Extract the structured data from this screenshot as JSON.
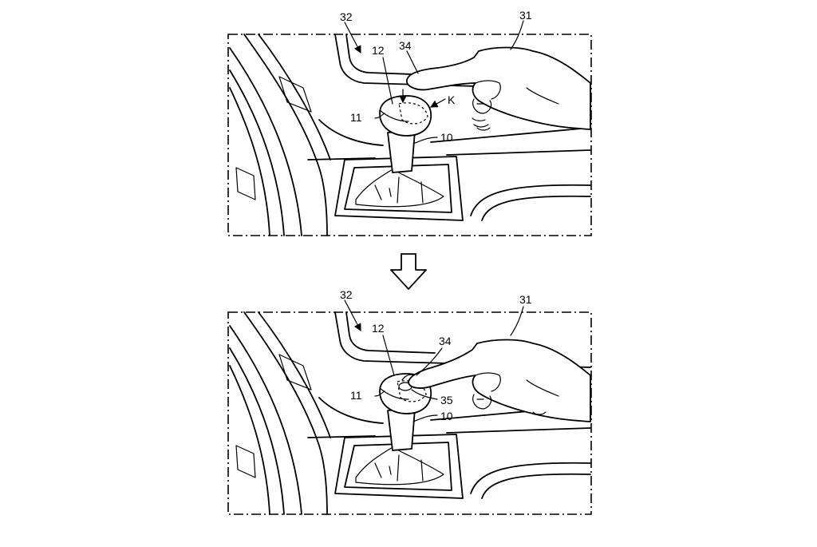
{
  "figure": {
    "panel_top": {
      "labels": {
        "l32": "32",
        "l31": "31",
        "l34": "34",
        "l12": "12",
        "lK": "K",
        "l11": "11",
        "l10": "10"
      }
    },
    "panel_bottom": {
      "labels": {
        "l32": "32",
        "l31": "31",
        "l12": "12",
        "l34": "34",
        "l11": "11",
        "l35": "35",
        "l10": "10"
      }
    }
  }
}
